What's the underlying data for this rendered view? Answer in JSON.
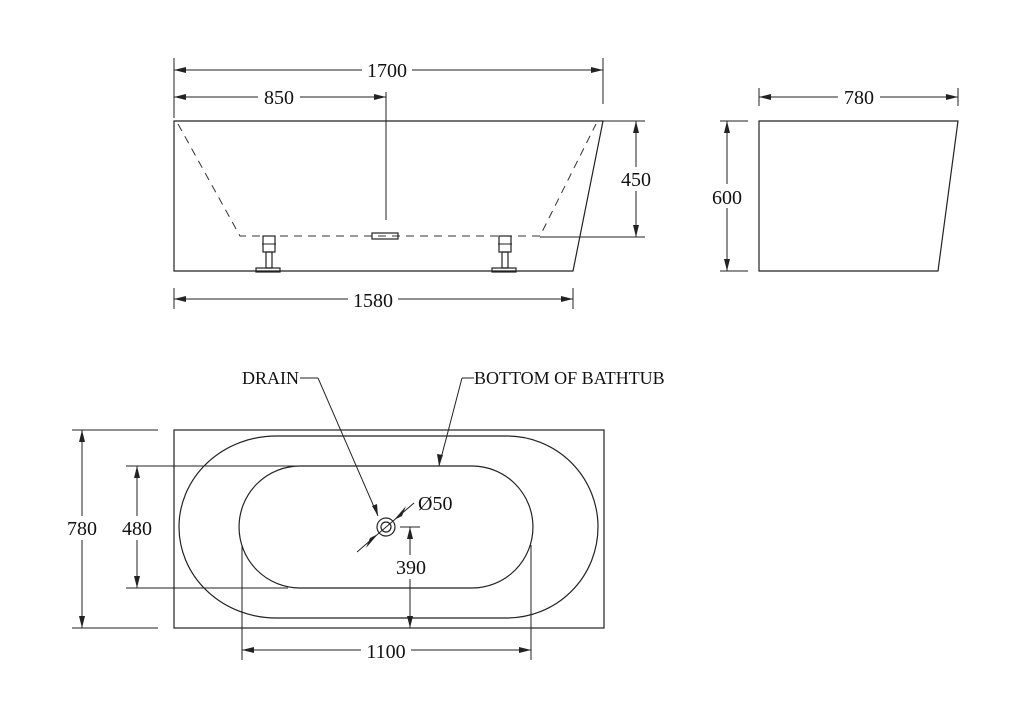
{
  "drawing": {
    "front_view": {
      "overall_length": "1700",
      "drain_offset": "850",
      "height": "450",
      "base_length": "1580"
    },
    "side_view": {
      "width": "780",
      "height": "600"
    },
    "plan_view": {
      "drain_label": "DRAIN",
      "bottom_label": "BOTTOM OF BATHTUB",
      "drain_diameter": "Ø50",
      "drain_position": "390",
      "overall_width": "780",
      "bottom_width": "480",
      "bottom_length": "1100"
    }
  }
}
